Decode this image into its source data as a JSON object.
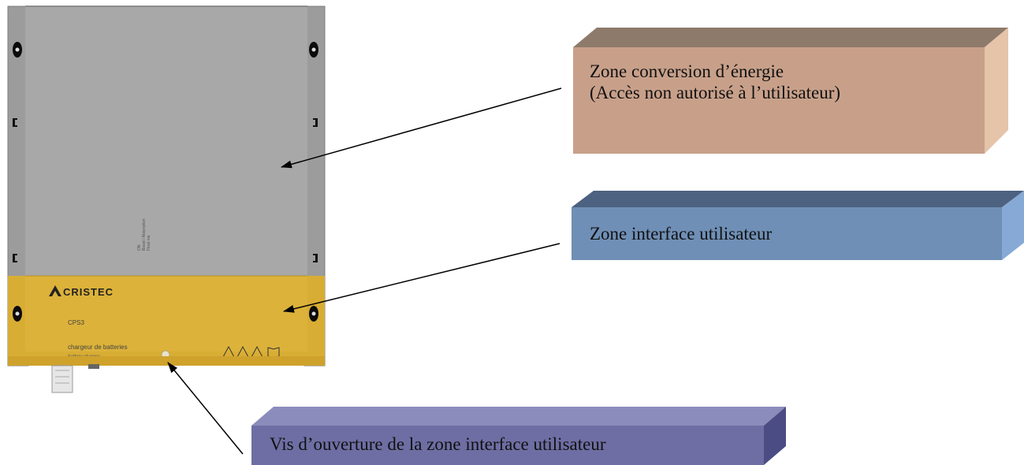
{
  "device": {
    "brand": "CRISTEC",
    "model": "CPS3",
    "product_fr": "chargeur de batteries",
    "product_en": "battery charger",
    "status_labels": [
      "ON",
      "Boost / Absorption",
      "Float ma"
    ]
  },
  "callouts": [
    {
      "id": "energy",
      "lines": [
        "Zone conversion d’énergie",
        "(Accès non autorisé à l’utilisateur)"
      ],
      "color": "#c8a08a"
    },
    {
      "id": "interface",
      "lines": [
        "Zone interface utilisateur"
      ],
      "color": "#6f8fb6"
    },
    {
      "id": "screw",
      "lines": [
        "Vis d’ouverture de la zone interface utilisateur"
      ],
      "color": "#6e6ea4"
    }
  ]
}
